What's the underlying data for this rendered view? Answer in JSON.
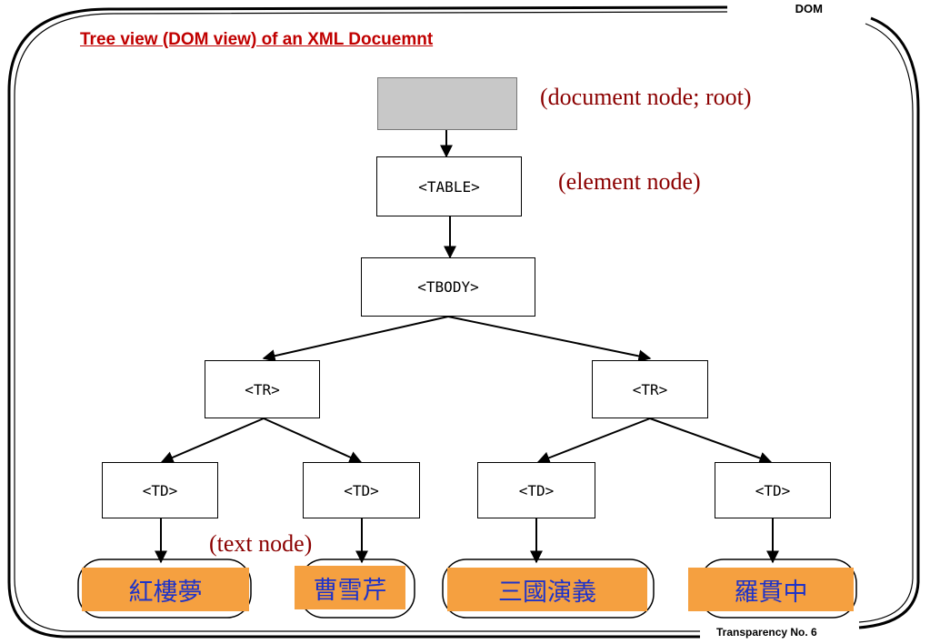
{
  "header": {
    "section_label": "DOM"
  },
  "title": "Tree view (DOM view) of an XML Docuemnt",
  "footer": {
    "transparency_label": "Transparency No. 6"
  },
  "tree": {
    "table": "<TABLE>",
    "tbody": "<TBODY>",
    "tr_left": "<TR>",
    "tr_right": "<TR>",
    "td_1": "<TD>",
    "td_2": "<TD>",
    "td_3": "<TD>",
    "td_4": "<TD>"
  },
  "annotations": {
    "root": "(document node; root)",
    "element": "(element node)",
    "text": "(text node)"
  },
  "text_nodes": [
    "紅樓夢",
    "曹雪芹",
    "三國演義",
    "羅貫中"
  ],
  "colors": {
    "title": "#c00000",
    "annotation": "#8b0000",
    "text_node_fill": "#f5a040",
    "text_node_text": "#1f33c8",
    "root_fill": "#c8c8c8"
  }
}
